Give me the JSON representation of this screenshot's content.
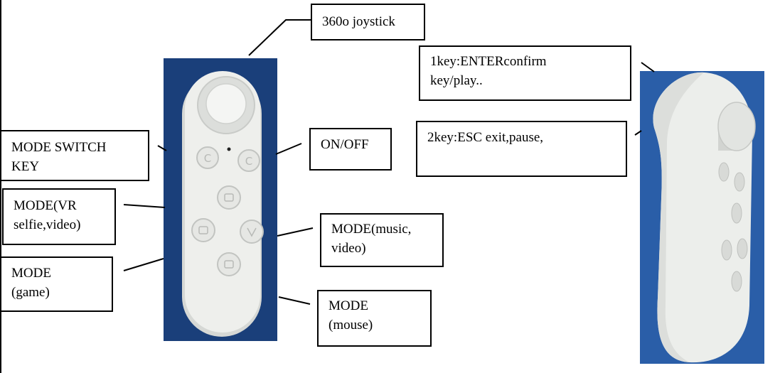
{
  "labels": {
    "joystick": "360o joystick",
    "enter_line1": "1key:ENTERconfirm",
    "enter_line2": "key/play..",
    "esc_line1": "2key:ESC exit,pause,",
    "mode_switch_line1": "MODE SWITCH",
    "mode_switch_line2": "KEY",
    "on_off": "ON/OFF",
    "vr_line1": "MODE(VR",
    "vr_line2": "selfie,video)",
    "music_line1": "MODE(music,",
    "music_line2": "video)",
    "game_line1": "MODE",
    "game_line2": "(game)",
    "mouse_line1": "MODE",
    "mouse_line2": "(mouse)"
  },
  "colors": {
    "photo_background": "#1a3f7a",
    "side_photo_background": "#2a5ea8",
    "remote_body": "#eeefec",
    "remote_shadow": "#c9cbc8"
  },
  "icons": [
    "joystick-icon",
    "button-c-icon",
    "button-e-icon",
    "button-up-icon",
    "button-left-icon",
    "button-right-icon",
    "button-down-icon"
  ]
}
